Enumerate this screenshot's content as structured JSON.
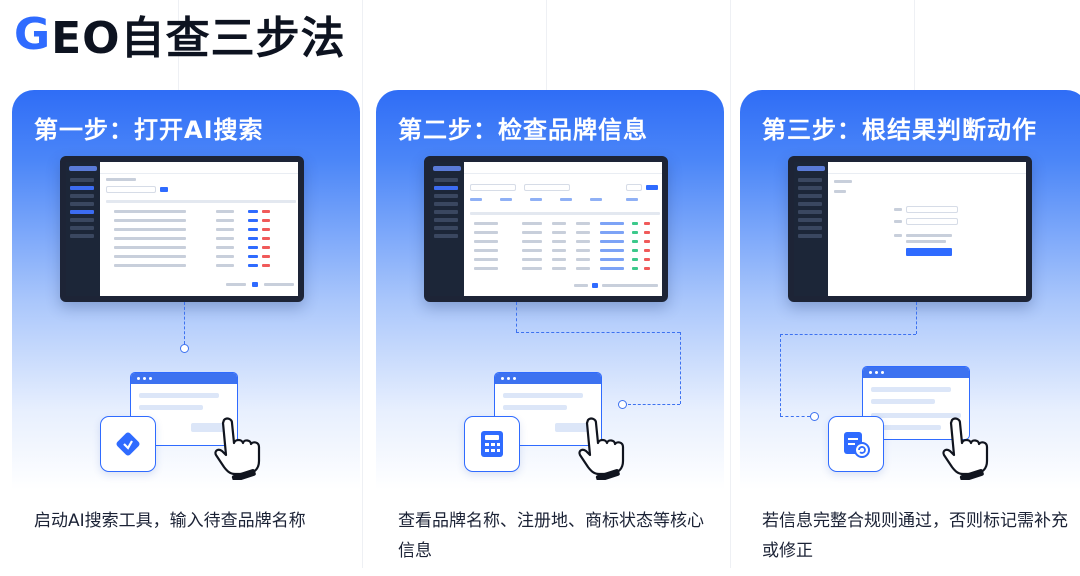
{
  "title": {
    "prefix": "G",
    "rest": "EO自查三步法"
  },
  "steps": [
    {
      "title": "第一步：打开AI搜索",
      "desc": "启动AI搜索工具，输入待查品牌名称",
      "icon": "diamond-app-icon"
    },
    {
      "title": "第二步：检查品牌信息",
      "desc": "查看品牌名称、注册地、商标状态等核心信息",
      "icon": "calculator-app-icon"
    },
    {
      "title": "第三步：根结果判断动作",
      "desc": "若信息完整合规则通过，否则标记需补充或修正",
      "icon": "document-refresh-app-icon"
    }
  ],
  "colors": {
    "accent": "#2f6bff",
    "card_top": "#2f6df6",
    "sidebar": "#1c2638"
  }
}
